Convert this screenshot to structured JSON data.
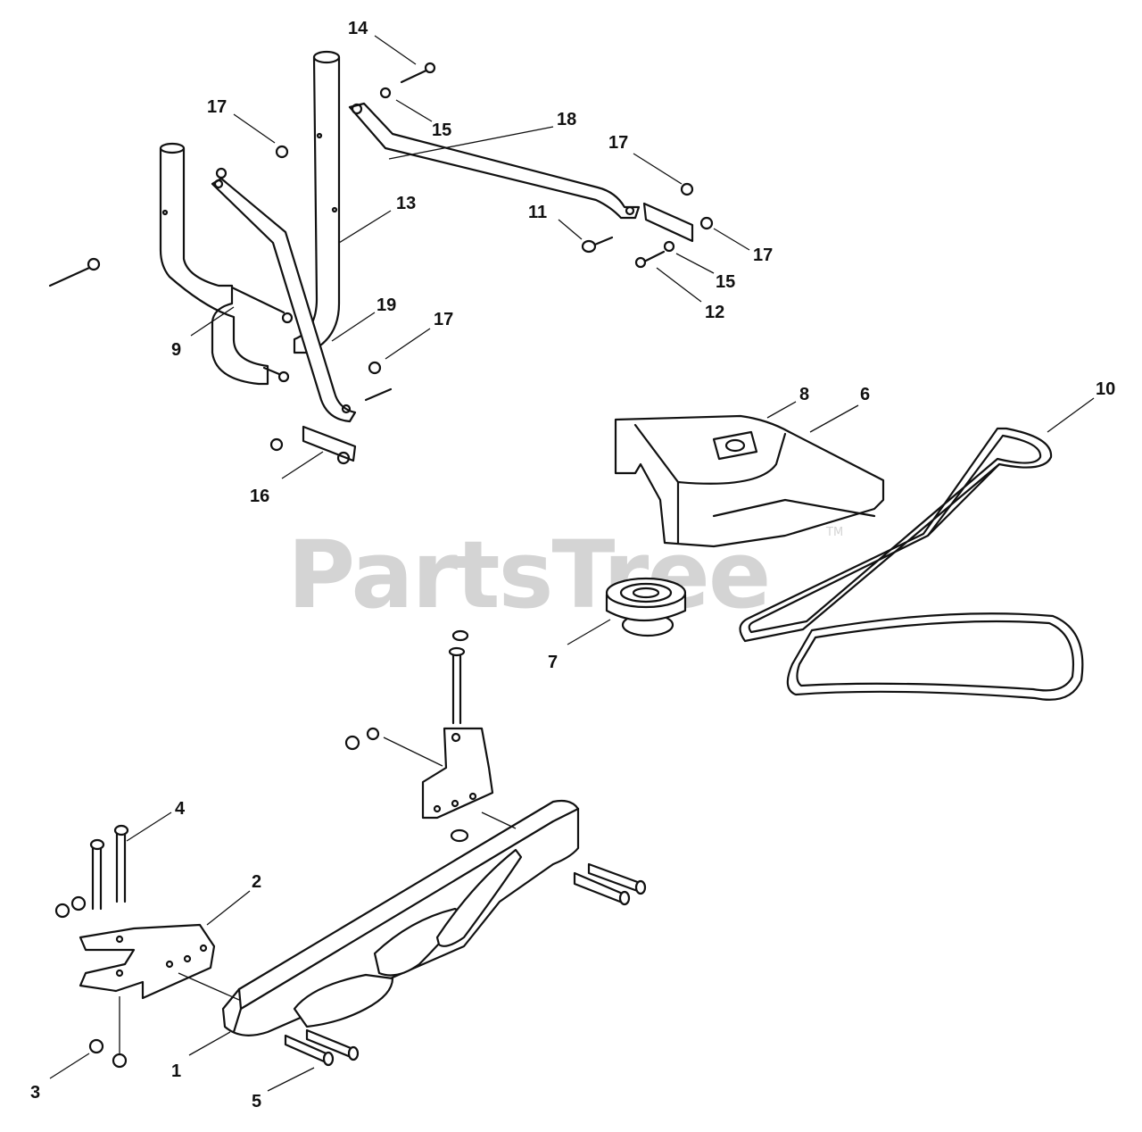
{
  "watermark": {
    "text": "PartsTree",
    "trademark": "TM",
    "color": "#d4d4d4"
  },
  "callouts": [
    {
      "id": "c1",
      "label": "1"
    },
    {
      "id": "c2",
      "label": "2"
    },
    {
      "id": "c3",
      "label": "3"
    },
    {
      "id": "c4",
      "label": "4"
    },
    {
      "id": "c5",
      "label": "5"
    },
    {
      "id": "c6",
      "label": "6"
    },
    {
      "id": "c7",
      "label": "7"
    },
    {
      "id": "c8",
      "label": "8"
    },
    {
      "id": "c9",
      "label": "9"
    },
    {
      "id": "c10",
      "label": "10"
    },
    {
      "id": "c11",
      "label": "11"
    },
    {
      "id": "c12",
      "label": "12"
    },
    {
      "id": "c13",
      "label": "13"
    },
    {
      "id": "c14",
      "label": "14"
    },
    {
      "id": "c15a",
      "label": "15"
    },
    {
      "id": "c15b",
      "label": "15"
    },
    {
      "id": "c16",
      "label": "16"
    },
    {
      "id": "c17a",
      "label": "17"
    },
    {
      "id": "c17b",
      "label": "17"
    },
    {
      "id": "c17c",
      "label": "17"
    },
    {
      "id": "c17d",
      "label": "17"
    },
    {
      "id": "c18",
      "label": "18"
    },
    {
      "id": "c19",
      "label": "19"
    }
  ]
}
